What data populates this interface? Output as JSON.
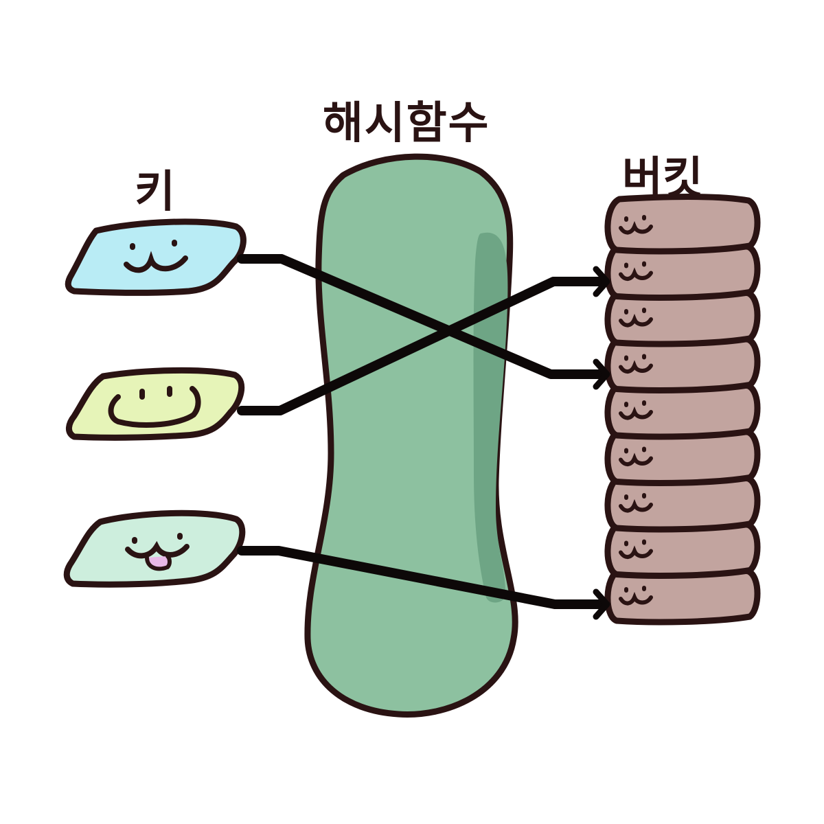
{
  "labels": {
    "keys": "키",
    "hash_function": "해시함수",
    "buckets": "버킷"
  },
  "diagram": {
    "keys": [
      {
        "name": "key-1",
        "color": "#b9ecf5",
        "face": "wavy-smile"
      },
      {
        "name": "key-2",
        "color": "#e6f4b8",
        "face": "big-smile"
      },
      {
        "name": "key-3",
        "color": "#cdeedd",
        "face": "tongue-smile"
      }
    ],
    "hash_function": {
      "color": "#8dc1a0",
      "shade_color": "#6ea585"
    },
    "buckets": {
      "count": 9,
      "color": "#c2a49f",
      "face": "wavy-smile"
    },
    "mappings": [
      {
        "from_key": 1,
        "to_bucket": 4
      },
      {
        "from_key": 2,
        "to_bucket": 2
      },
      {
        "from_key": 3,
        "to_bucket": 9
      }
    ],
    "outline_color": "#2a1313",
    "arrow_color": "#0d0808"
  }
}
